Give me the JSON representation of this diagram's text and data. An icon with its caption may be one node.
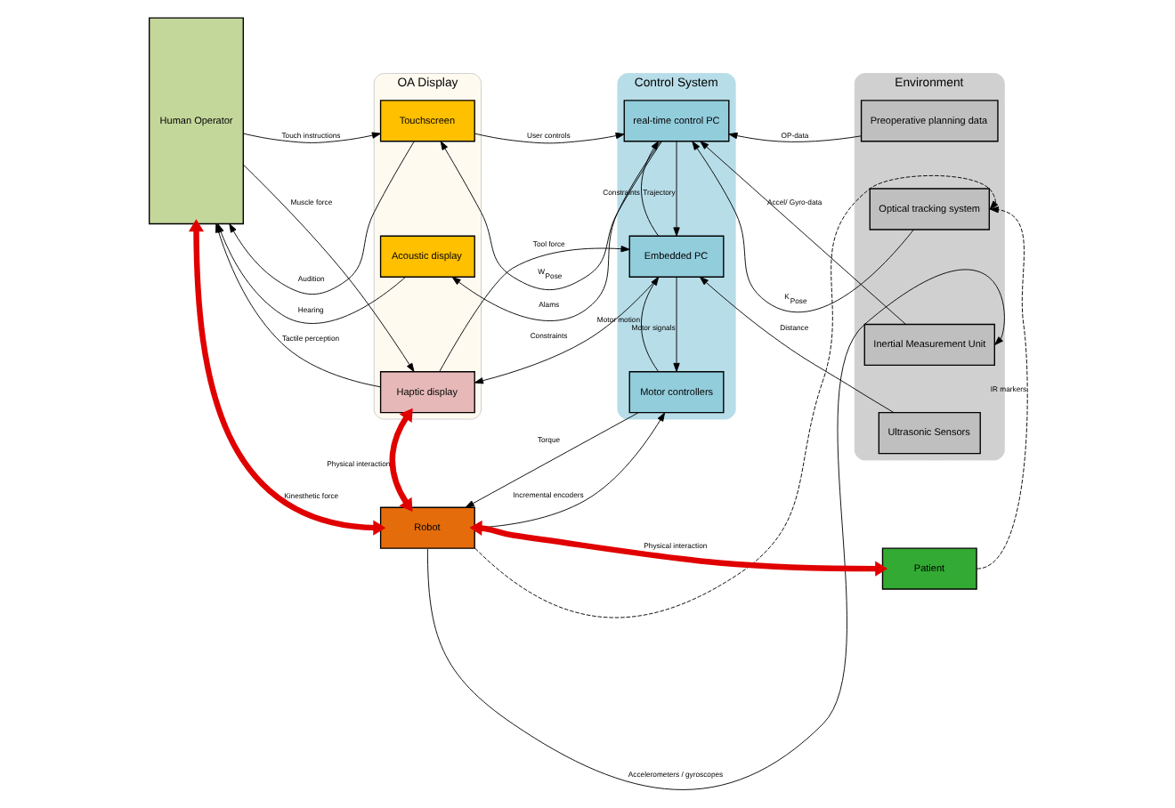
{
  "diagram": {
    "nodes": [
      {
        "text": [
          "Human Operator"
        ]
      },
      {
        "text": [
          "OA Display"
        ]
      },
      {
        "text": [
          "Touchscreen"
        ],
        "in": 1
      },
      {
        "text": [
          "Acoustic display"
        ],
        "in": 1
      },
      {
        "text": [
          "Haptic display"
        ],
        "in": 1
      },
      {
        "text": [
          "Control System"
        ]
      },
      {
        "text": [
          "real-time control PC"
        ],
        "in": 5
      },
      {
        "text": [
          "Embedded PC"
        ],
        "in": 5
      },
      {
        "text": [
          "Motor controllers"
        ],
        "in": 5
      },
      {
        "text": [
          "Environment"
        ]
      },
      {
        "text": [
          "Preoperative planning data"
        ],
        "in": 9
      },
      {
        "text": [
          "Inertial Measurement Unit"
        ],
        "in": 9
      },
      {
        "text": [
          "Optical tracking system"
        ],
        "in": 9
      },
      {
        "text": [
          "Ultrasonic Sensors"
        ],
        "in": 9
      },
      {
        "text": [
          "Robot"
        ]
      },
      {
        "text": [
          "Patient"
        ]
      }
    ],
    "edges": [
      {
        "from": 2,
        "to": 0,
        "arrow": "to",
        "label": "Audition"
      },
      {
        "from": 0,
        "to": 2,
        "arrow": "to",
        "label": "Touch instructions"
      },
      {
        "from": 3,
        "to": 0,
        "arrow": "to",
        "label": "Hearing"
      },
      {
        "from": 4,
        "to": 0,
        "arrow": "to",
        "label": "Tactile perception"
      },
      {
        "from": 0,
        "to": 4,
        "arrow": "to",
        "label": "Muscle force"
      },
      {
        "from": 6,
        "to": 2,
        "arrow": "to",
        "label": "W$_{Pose}$"
      },
      {
        "from": 2,
        "to": 6,
        "arrow": "to",
        "label": "User controls"
      },
      {
        "from": 6,
        "to": 3,
        "arrow": "to",
        "label": "Alams"
      },
      {
        "from": 7,
        "to": 4,
        "arrow": "to",
        "label": "Constraints"
      },
      {
        "from": 4,
        "to": 7,
        "arrow": "to",
        "label": "Tool force"
      },
      {
        "from": 10,
        "to": 6,
        "arrow": "to",
        "label": "OP-data"
      },
      {
        "from": 11,
        "to": 6,
        "arrow": "to",
        "label": "Accel/ Gyro-data"
      },
      {
        "from": 12,
        "to": 6,
        "arrow": "to",
        "label": "K$_{Pose}$"
      },
      {
        "from": 13,
        "to": 7,
        "arrow": "to",
        "label": "Distance"
      },
      {
        "from": 6,
        "to": 7,
        "arrow": "to",
        "label": "Trajectory"
      },
      {
        "from": 7,
        "to": 6,
        "arrow": "to",
        "label": "Constraints"
      },
      {
        "from": 7,
        "to": 8,
        "arrow": "to",
        "label": "Motor signals"
      },
      {
        "from": 8,
        "to": 7,
        "arrow": "to",
        "label": "Motor motion"
      },
      {
        "from": 8,
        "to": 14,
        "arrow": "to",
        "label": "Torque"
      },
      {
        "from": 14,
        "to": 8,
        "arrow": "to",
        "label": "Incremental encoders"
      },
      {
        "from": 4,
        "to": 14,
        "arrow": "both",
        "label": "Physical interaction",
        "style": "thick",
        "color": "#e00000"
      },
      {
        "from": 0,
        "to": 14,
        "arrow": "both",
        "label": "Kinesthetic force",
        "style": "thick",
        "color": "#e00000"
      },
      {
        "from": 14,
        "to": 15,
        "arrow": "both",
        "label": "Physical interaction",
        "style": "thick",
        "color": "#e00000"
      },
      {
        "from": 14,
        "to": 11,
        "arrow": "to",
        "label": "Accelerometers / gyroscopes"
      },
      {
        "from": 14,
        "to": 12,
        "arrow": "to",
        "style": "dashed"
      },
      {
        "from": 15,
        "to": 12,
        "arrow": "to",
        "label": "IR markers",
        "style": "dashed"
      }
    ]
  }
}
